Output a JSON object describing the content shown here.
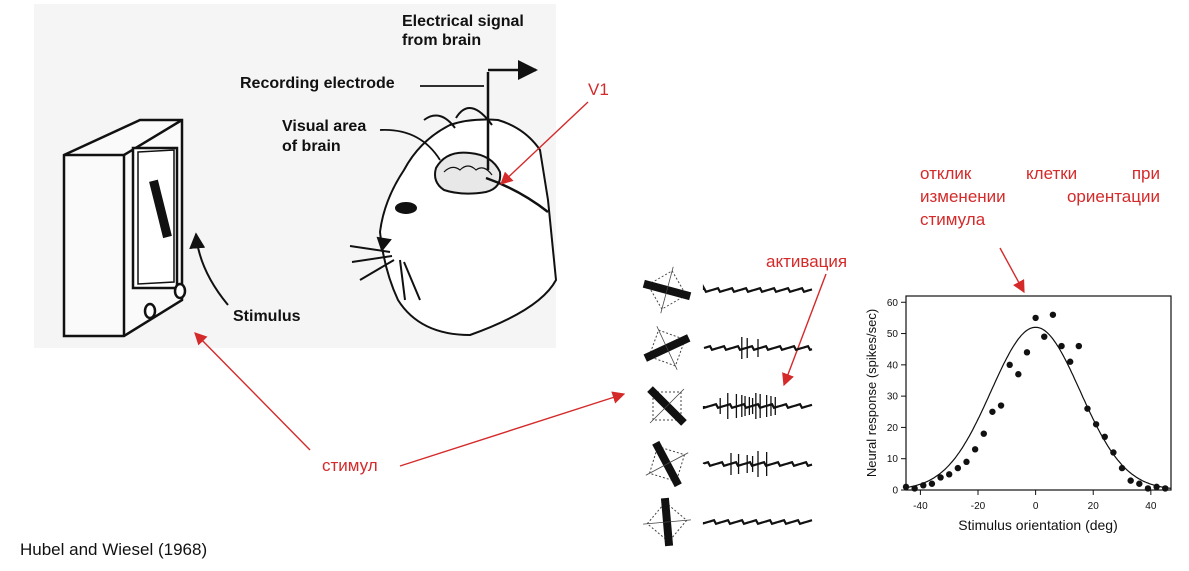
{
  "setup": {
    "label_signal_1": "Electrical signal",
    "label_signal_2": "from brain",
    "label_electrode": "Recording electrode",
    "label_visual_1": "Visual area",
    "label_visual_2": "of brain",
    "label_stimulus": "Stimulus"
  },
  "annotations": {
    "v1": "V1",
    "response_line1": [
      "отклик",
      "клетки",
      "при"
    ],
    "response_line2": [
      "изменении",
      "ориентации"
    ],
    "response_line3": "стимула",
    "activation": "активация",
    "stimulus": "стимул"
  },
  "caption": "Hubel and Wiesel (1968)",
  "colors": {
    "annotation": "#d42a2a",
    "ink": "#111111"
  },
  "chart_data": {
    "type": "scatter",
    "xlabel": "Stimulus orientation (deg)",
    "ylabel": "Neural response (spikes/sec)",
    "xlim": [
      -45,
      47
    ],
    "ylim": [
      0,
      62
    ],
    "xticks": [
      -40,
      -20,
      0,
      20,
      40
    ],
    "yticks": [
      0,
      10,
      20,
      30,
      40,
      50,
      60
    ],
    "points": [
      [
        -45,
        1
      ],
      [
        -42,
        0.5
      ],
      [
        -39,
        1.5
      ],
      [
        -36,
        2
      ],
      [
        -33,
        4
      ],
      [
        -30,
        5
      ],
      [
        -27,
        7
      ],
      [
        -24,
        9
      ],
      [
        -21,
        13
      ],
      [
        -18,
        18
      ],
      [
        -15,
        25
      ],
      [
        -12,
        27
      ],
      [
        -9,
        40
      ],
      [
        -6,
        37
      ],
      [
        -3,
        44
      ],
      [
        0,
        55
      ],
      [
        3,
        49
      ],
      [
        6,
        56
      ],
      [
        9,
        46
      ],
      [
        12,
        41
      ],
      [
        15,
        46
      ],
      [
        18,
        26
      ],
      [
        21,
        21
      ],
      [
        24,
        17
      ],
      [
        27,
        12
      ],
      [
        30,
        7
      ],
      [
        33,
        3
      ],
      [
        36,
        2
      ],
      [
        39,
        0.5
      ],
      [
        42,
        1
      ],
      [
        45,
        0.5
      ]
    ],
    "fit": {
      "type": "gaussian",
      "peak": 52,
      "center": 0,
      "sigma": 15.5
    }
  },
  "traces": {
    "rows": [
      {
        "stimulus_angle": 15,
        "spikes": []
      },
      {
        "stimulus_angle": -25,
        "spikes": [
          0.35,
          0.4,
          0.5
        ]
      },
      {
        "stimulus_angle": 45,
        "spikes": [
          0.15,
          0.22,
          0.3,
          0.35,
          0.38,
          0.42,
          0.45,
          0.48,
          0.52,
          0.58,
          0.62,
          0.66
        ]
      },
      {
        "stimulus_angle": 62,
        "spikes": [
          0.25,
          0.32,
          0.4,
          0.45,
          0.5,
          0.58
        ]
      },
      {
        "stimulus_angle": 85,
        "spikes": []
      }
    ]
  }
}
